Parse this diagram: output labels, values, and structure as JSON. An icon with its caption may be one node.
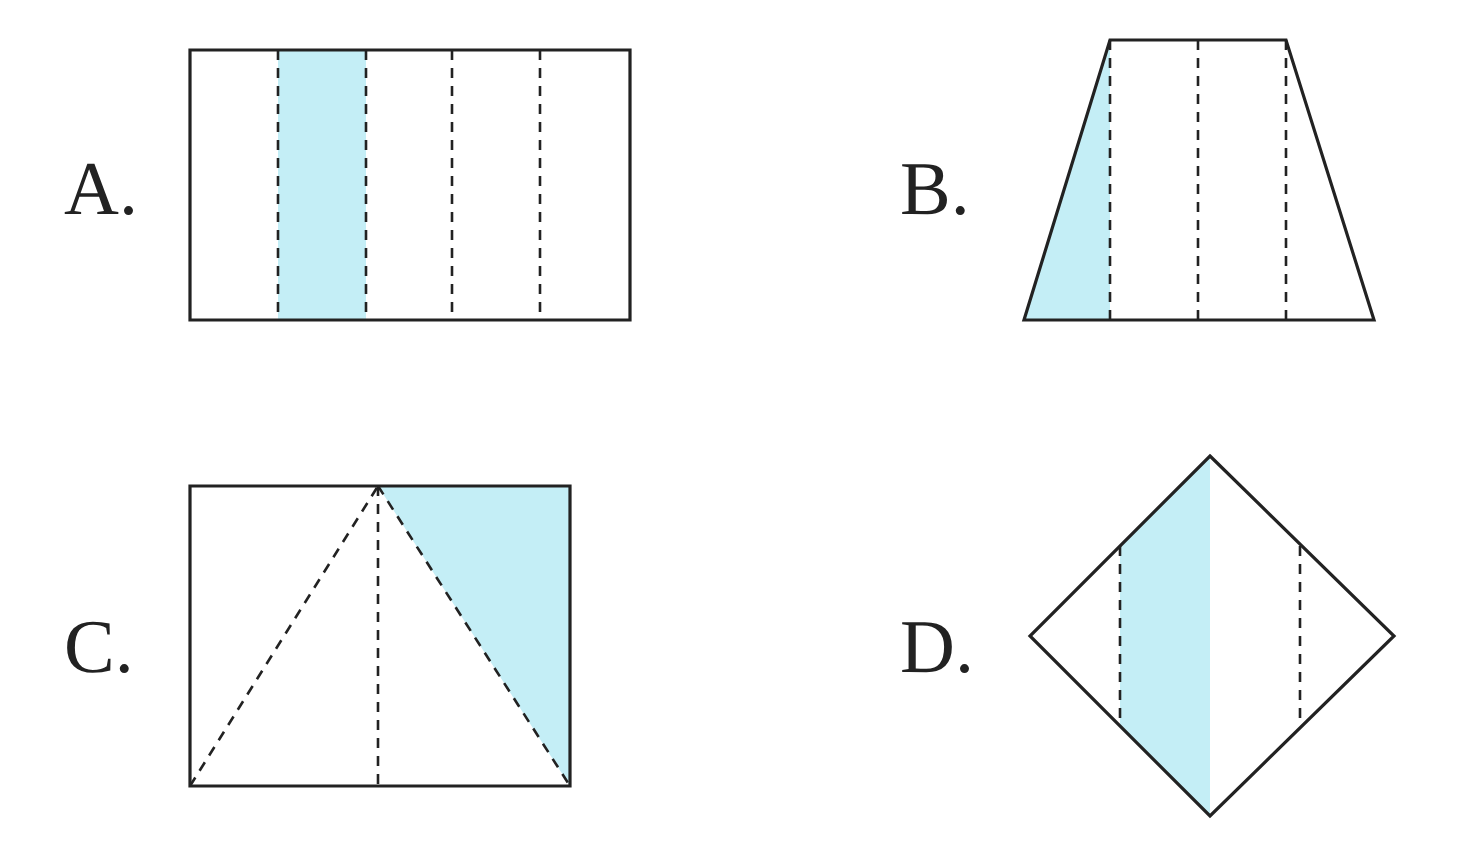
{
  "diagram": {
    "labels": [
      "A.",
      "B.",
      "C.",
      "D."
    ]
  }
}
